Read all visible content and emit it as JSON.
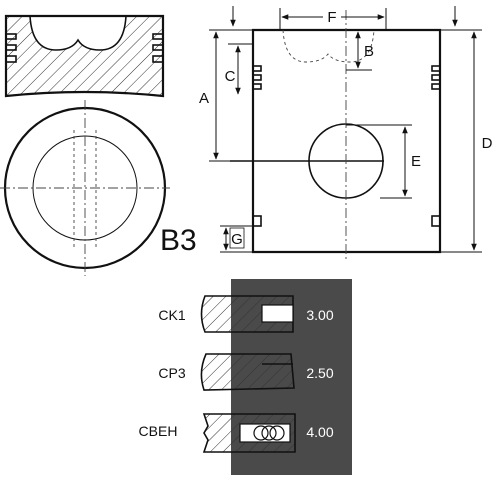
{
  "piston": {
    "model_label": "B3",
    "dimension_labels": {
      "a": "A",
      "b": "B",
      "c": "C",
      "d": "D",
      "e": "E",
      "f": "F",
      "g": "G"
    }
  },
  "rings": [
    {
      "name": "CK1",
      "value": "3.00"
    },
    {
      "name": "CP3",
      "value": "2.50"
    },
    {
      "name": "CBEH",
      "value": "4.00"
    }
  ],
  "colors": {
    "ink": "#111111",
    "ring_panel": "#4a4a4a",
    "ring_value_text": "#ffffff"
  }
}
